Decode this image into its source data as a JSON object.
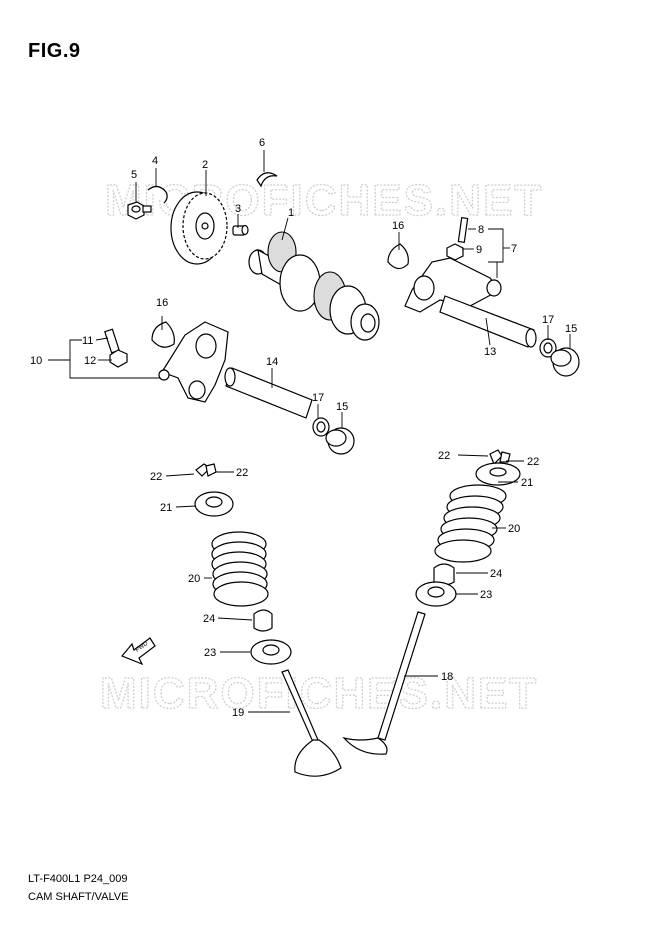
{
  "figure": {
    "title": "FIG.9",
    "code": "LT-F400L1 P24_009",
    "name": "CAM SHAFT/VALVE"
  },
  "watermark": {
    "text": "MICROFICHES.NET",
    "color": "#cfcfcf"
  },
  "direction_arrow": {
    "label": "FWD"
  },
  "callouts": {
    "c1": "1",
    "c2": "2",
    "c3": "3",
    "c4": "4",
    "c5": "5",
    "c6": "6",
    "c7": "7",
    "c8": "8",
    "c9": "9",
    "c10": "10",
    "c11": "11",
    "c12": "12",
    "c13": "13",
    "c14": "14",
    "c15a": "15",
    "c15b": "15",
    "c16a": "16",
    "c16b": "16",
    "c17a": "17",
    "c17b": "17",
    "c18": "18",
    "c19": "19",
    "c20a": "20",
    "c20b": "20",
    "c21a": "21",
    "c21b": "21",
    "c22a": "22",
    "c22b": "22",
    "c22c": "22",
    "c22d": "22",
    "c23a": "23",
    "c23b": "23",
    "c24a": "24",
    "c24b": "24"
  }
}
